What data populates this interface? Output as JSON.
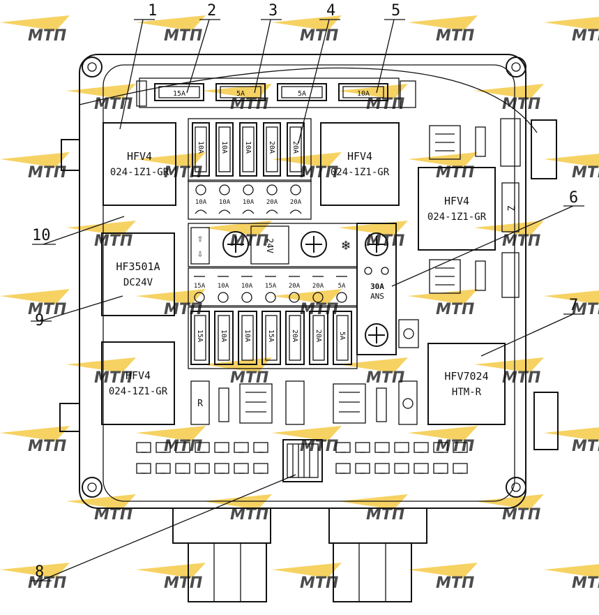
{
  "callouts": [
    "1",
    "2",
    "3",
    "4",
    "5",
    "6",
    "7",
    "8",
    "9",
    "10"
  ],
  "relays": {
    "r1": [
      "HFV4",
      "024-1Z1-GR"
    ],
    "r2": [
      "HFV4",
      "024-1Z1-GR"
    ],
    "r3": [
      "HFV4",
      "024-1Z1-GR"
    ],
    "r4": [
      "HFV4",
      "024-1Z1-GR"
    ],
    "r9": [
      "HF3501A",
      "DC24V"
    ],
    "r7": [
      "HFV7024",
      "HTM-R"
    ]
  },
  "top_fuses": [
    "15A",
    "5A",
    "5A",
    "10A"
  ],
  "upper_fuses": [
    "10A",
    "10A",
    "10A",
    "20A",
    "20A"
  ],
  "upper_labels": [
    "10A",
    "10A",
    "10A",
    "20A",
    "20A"
  ],
  "mid_text": [
    "24V",
    "30A"
  ],
  "lower_labels": [
    "15A",
    "10A",
    "10A",
    "15A",
    "20A",
    "20A",
    "5A"
  ],
  "lower_fuses": [
    "15A",
    "10A",
    "10A",
    "15A",
    "20A",
    "20A",
    "5A"
  ],
  "main_fuse": [
    "30A",
    "ANS"
  ],
  "small_letters": [
    "R",
    "Z"
  ],
  "watermark_text": "МТП"
}
